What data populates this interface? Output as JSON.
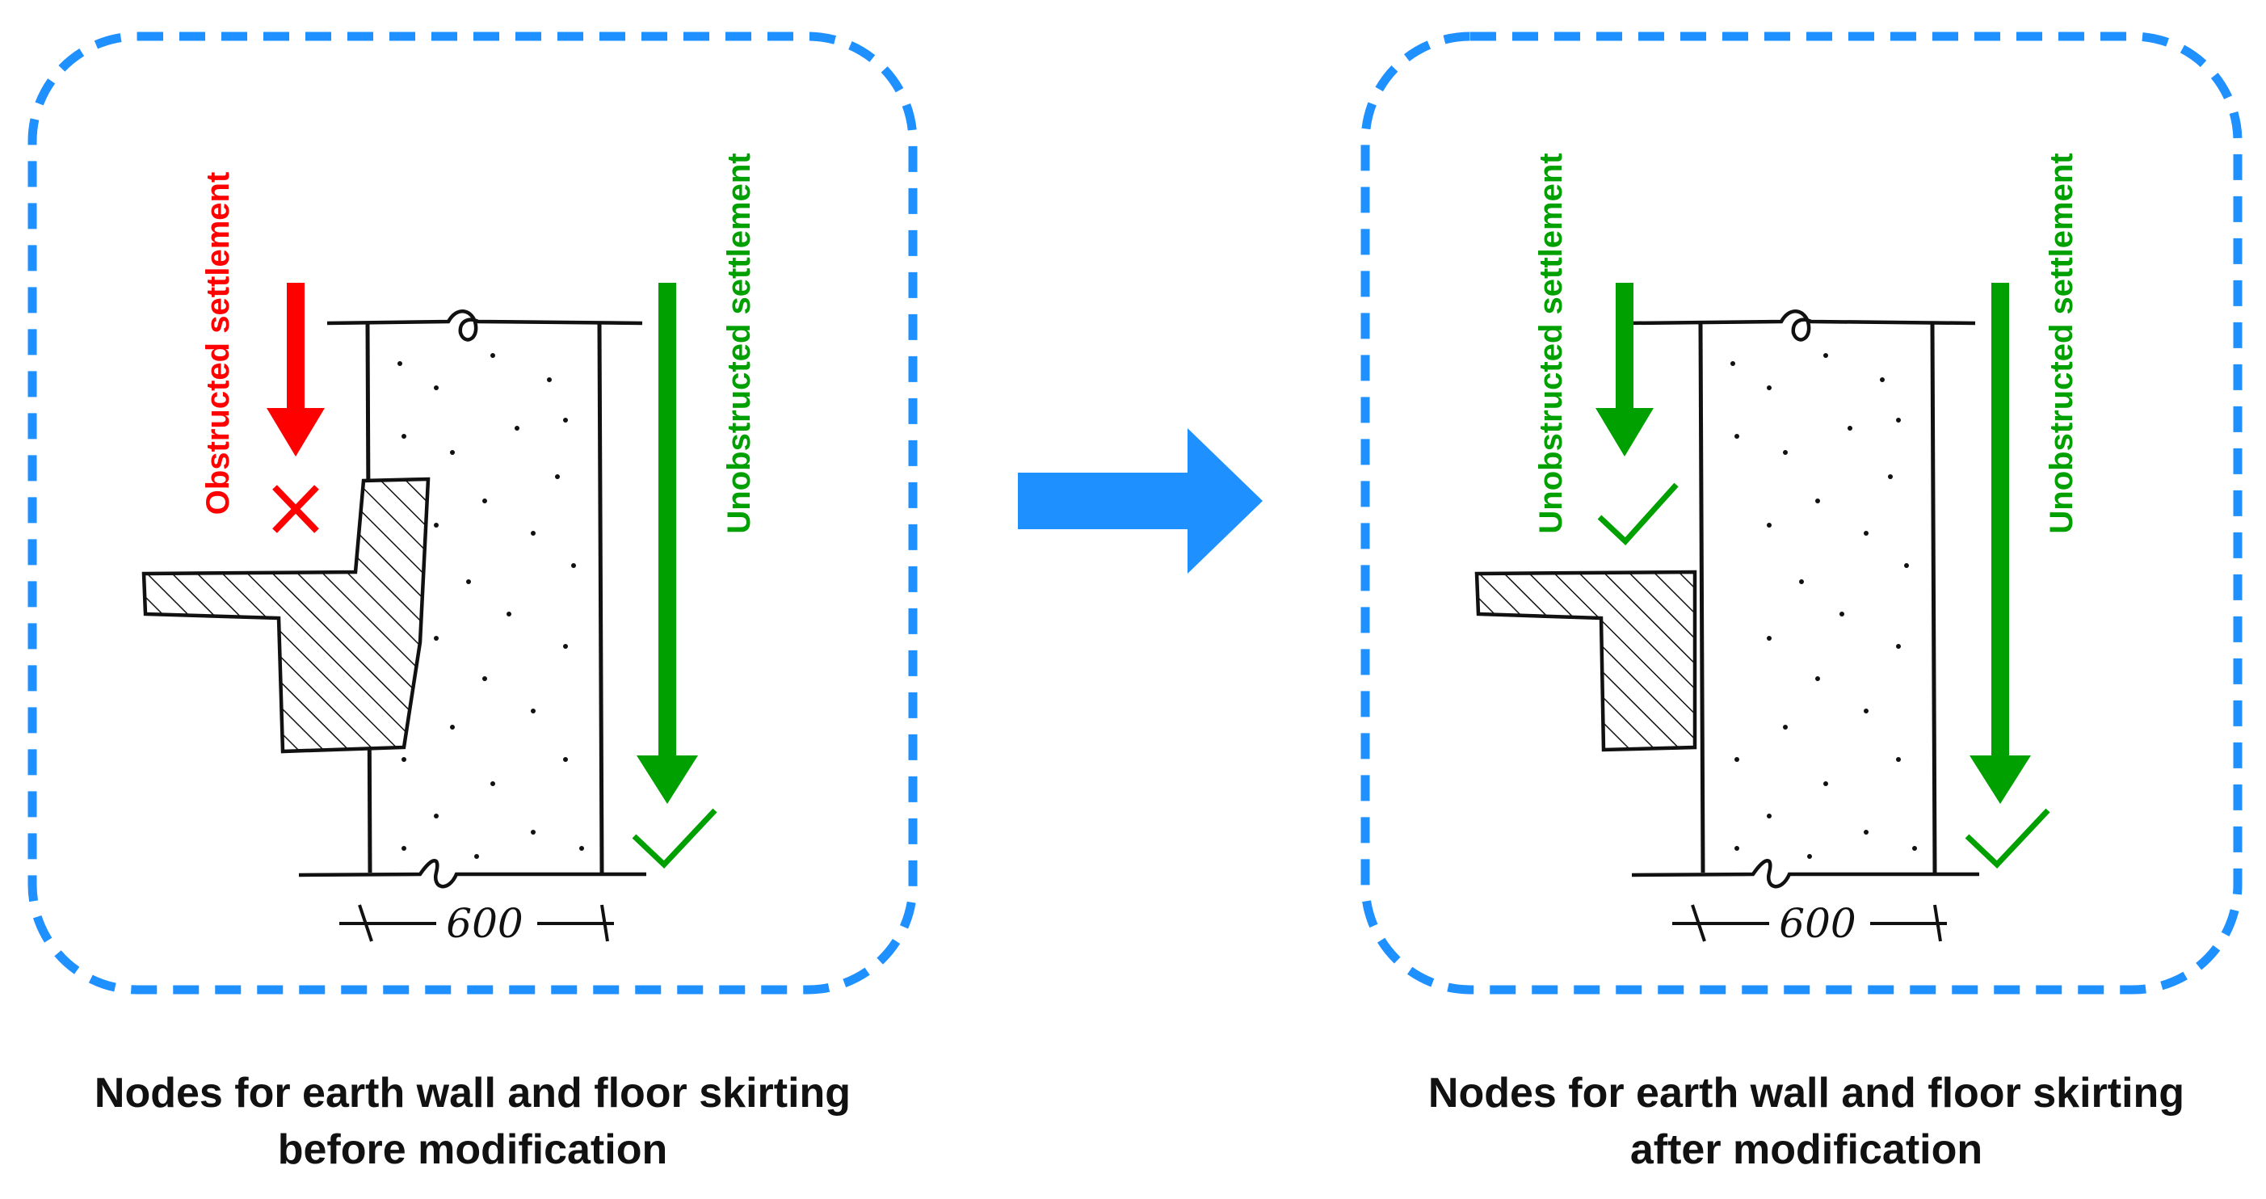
{
  "colors": {
    "frame": "#1E90FF",
    "arrow_transition": "#1E90FF",
    "obstructed": "#FF0000",
    "unobstructed": "#00A000",
    "ink": "#111111"
  },
  "panels": {
    "before": {
      "caption_line1": "Nodes for earth wall and floor skirting",
      "caption_line2": "before modification",
      "label_inner": "Obstructed settlement",
      "label_outer": "Unobstructed settlement",
      "dimension": "600",
      "inner_mark": "cross-icon",
      "outer_mark": "check-icon"
    },
    "after": {
      "caption_line1": "Nodes for earth wall and floor skirting",
      "caption_line2": "after modification",
      "label_inner": "Unobstructed settlement",
      "label_outer": "Unobstructed settlement",
      "dimension": "600",
      "inner_mark": "check-icon",
      "outer_mark": "check-icon"
    }
  }
}
